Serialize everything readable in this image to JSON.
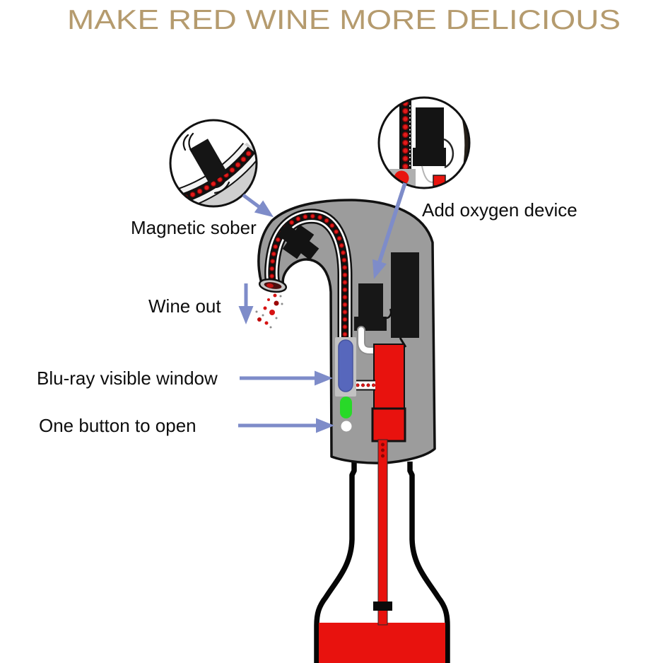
{
  "title": {
    "text": "MAKE RED WINE MORE DELICIOUS",
    "color": "#b59b6e"
  },
  "labels": {
    "magnetic_sober": "Magnetic sober",
    "add_oxygen": "Add oxygen device",
    "wine_out": "Wine out",
    "bluray_window": "Blu-ray visible window",
    "one_button": "One button to open"
  },
  "colors": {
    "title_tan": "#b59b6e",
    "arrow_blue": "#7e8cc9",
    "body_gray": "#9c9c9c",
    "wine_red": "#e8120e",
    "dot_dark_red": "#8b0606",
    "dot_bright_red": "#e31b1b",
    "window_blue": "#5767bc",
    "led_green": "#28d928",
    "component_black": "#141414"
  }
}
